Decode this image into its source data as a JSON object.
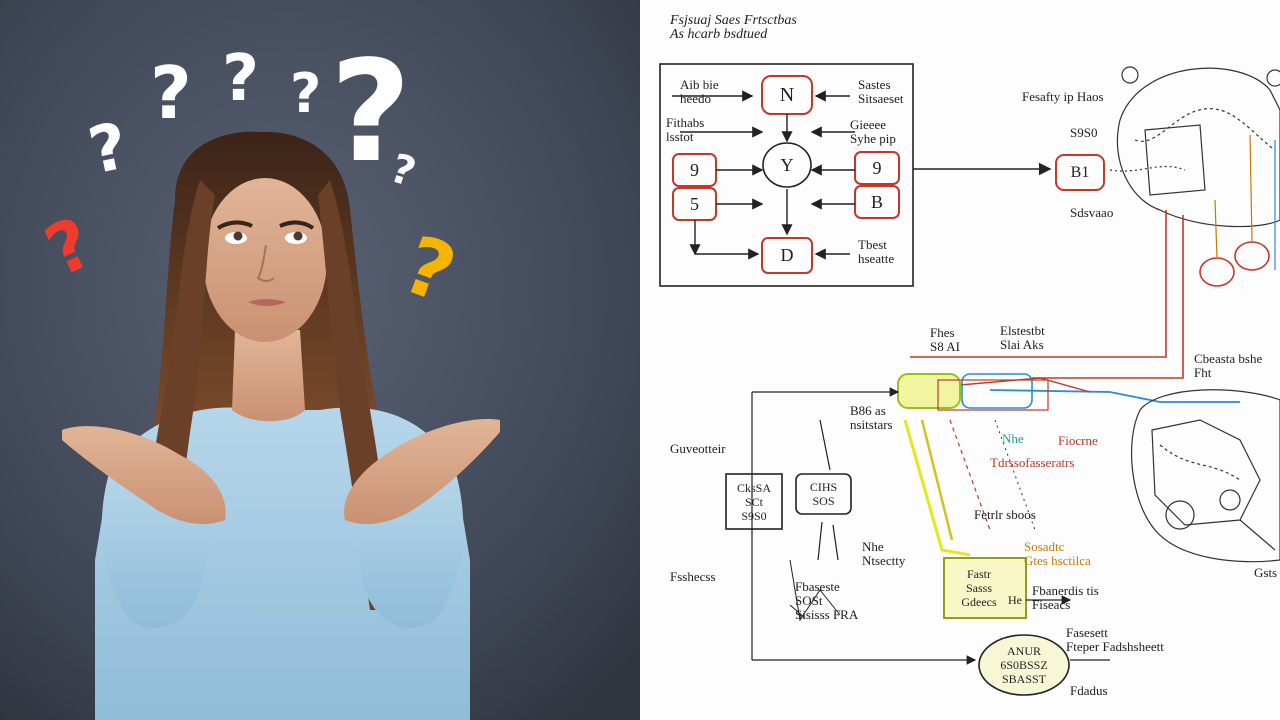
{
  "diagram": {
    "header": "Fsjsuaj Saes Frtsctbas\nAs hcarb bsdtued",
    "top_left_labels": {
      "l1": "Aib bie\nheedo",
      "l2": "Fithabs\nlsstot",
      "r1": "Sastes\nSitsaeset",
      "r2": "Gieeee\nSyhe pip",
      "r3": "Tbest\nhseatte"
    },
    "top_left_nodes": {
      "n": "N",
      "y": "Y",
      "d": "D",
      "left_top": "9",
      "left_bottom": "5",
      "right_top": "9",
      "right_bottom": "B"
    },
    "top_right": {
      "label_top": "Fesafty ip Haos",
      "label_mid": "S9S0",
      "label_bottom": "Sdsvaao",
      "node": "B1"
    },
    "mid_labels": {
      "a": "Fhes\nS8 AI",
      "b": "Elstestbt\nSlai Aks",
      "c": "B86 as\nnsitstars",
      "d": "Nhe",
      "e": "Fiocrne",
      "f": "Tdrssofasseratrs",
      "g": "Cbeasta bshe\nFht"
    },
    "lower_left": {
      "label": "Guveotteir",
      "box1": "CksSA\nSCt\nS9S0",
      "box2": "CIHS\nSOS",
      "bottom_label": "Fsshecss",
      "caption": "Nhe\nNtsectty",
      "caption2": "Fbaseste\nSOSt\nSisisss FRA"
    },
    "lower_mid": {
      "label1": "Fetrlr sboos",
      "label2": "Sosadtc\nGtes hsctilca",
      "box": "Fastr\nSasss\nGdeecs",
      "box_tag": "He",
      "right_label": "Fbanerdis tis\nFiseacs",
      "ellipse": "ANUR\n6S0BSSZ\nSBASST",
      "bottom_right1": "Fasesett\nFteper Fadshsheett",
      "bottom_right2": "Fdadus"
    },
    "right_edge_label": "Gsts",
    "colors": {
      "background_left": "#3f4757",
      "shirt": "#a9cde3",
      "hair": "#5a3825",
      "skin": "#d8a98a",
      "question_marks": "#ffffff",
      "question_red": "#ef3b2c",
      "question_yellow": "#f4b400",
      "diagram_red": "#c0392b",
      "diagram_yellow": "#e6e61a",
      "diagram_blue": "#2a8bd8"
    }
  }
}
